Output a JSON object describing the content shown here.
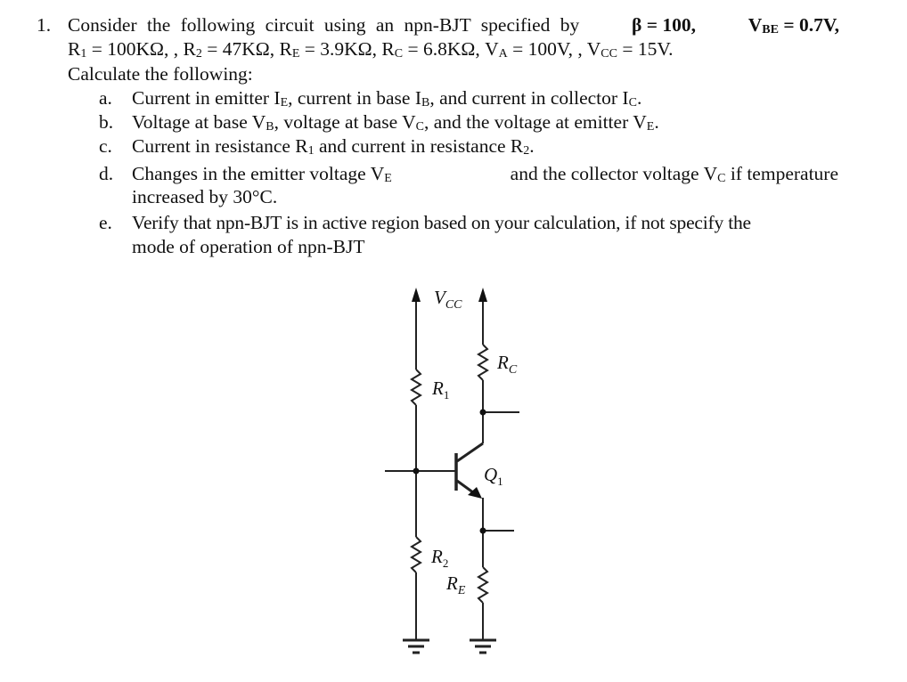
{
  "problem": {
    "number": "1.",
    "intro_prefix": "Consider the following circuit using an npn-BJT specified by",
    "beta": "β = 100,",
    "vbe": "V",
    "vbe_sub": "BE",
    "vbe_val": "= 0.7V,",
    "params": {
      "r1": "R",
      "r1_sub": "1",
      "r1_val": "= 100KΩ, ,",
      "r2": "R",
      "r2_sub": "2",
      "r2_val": "= 47KΩ,",
      "re": "R",
      "re_sub": "E",
      "re_val": "= 3.9KΩ,",
      "rc": "R",
      "rc_sub": "C",
      "rc_val": "= 6.8KΩ,",
      "va": "V",
      "va_sub": "A",
      "va_val": "= 100V, ,",
      "vcc": "V",
      "vcc_sub": "CC",
      "vcc_val": "= 15V."
    },
    "calculate": "Calculate the following:",
    "items": [
      {
        "label": "a.",
        "t1": "Current in emitter I",
        "s1": "E",
        "t2": ", current in base I",
        "s2": "B",
        "t3": ", and current in collector I",
        "s3": "C",
        "t4": "."
      },
      {
        "label": "b.",
        "t1": "Voltage at base V",
        "s1": "B",
        "t2": ", voltage at base V",
        "s2": "C",
        "t3": ", and the voltage at emitter V",
        "s3": "E",
        "t4": "."
      },
      {
        "label": "c.",
        "t1": "Current in resistance R",
        "s1": "1",
        "t2": " and current in resistance R",
        "s2": "2",
        "t3": "."
      },
      {
        "label": "d.",
        "t1": "Changes in the emitter voltage V",
        "s1": "E",
        "t2": " and the collector voltage V",
        "s2": "C",
        "t3": " if temperature",
        "line2": "increased by 30°C."
      },
      {
        "label": "e.",
        "line1": "Verify that npn-BJT is in active region based on your calculation, if not specify the",
        "line2": "mode of operation of npn-BJT"
      }
    ]
  },
  "circuit": {
    "supply_label": "V",
    "supply_sub": "CC",
    "r1_label": "R",
    "r1_sub": "1",
    "r2_label": "R",
    "r2_sub": "2",
    "rc_label": "R",
    "rc_sub": "C",
    "re_label": "R",
    "re_sub": "E",
    "q_label": "Q",
    "q_sub": "1"
  }
}
